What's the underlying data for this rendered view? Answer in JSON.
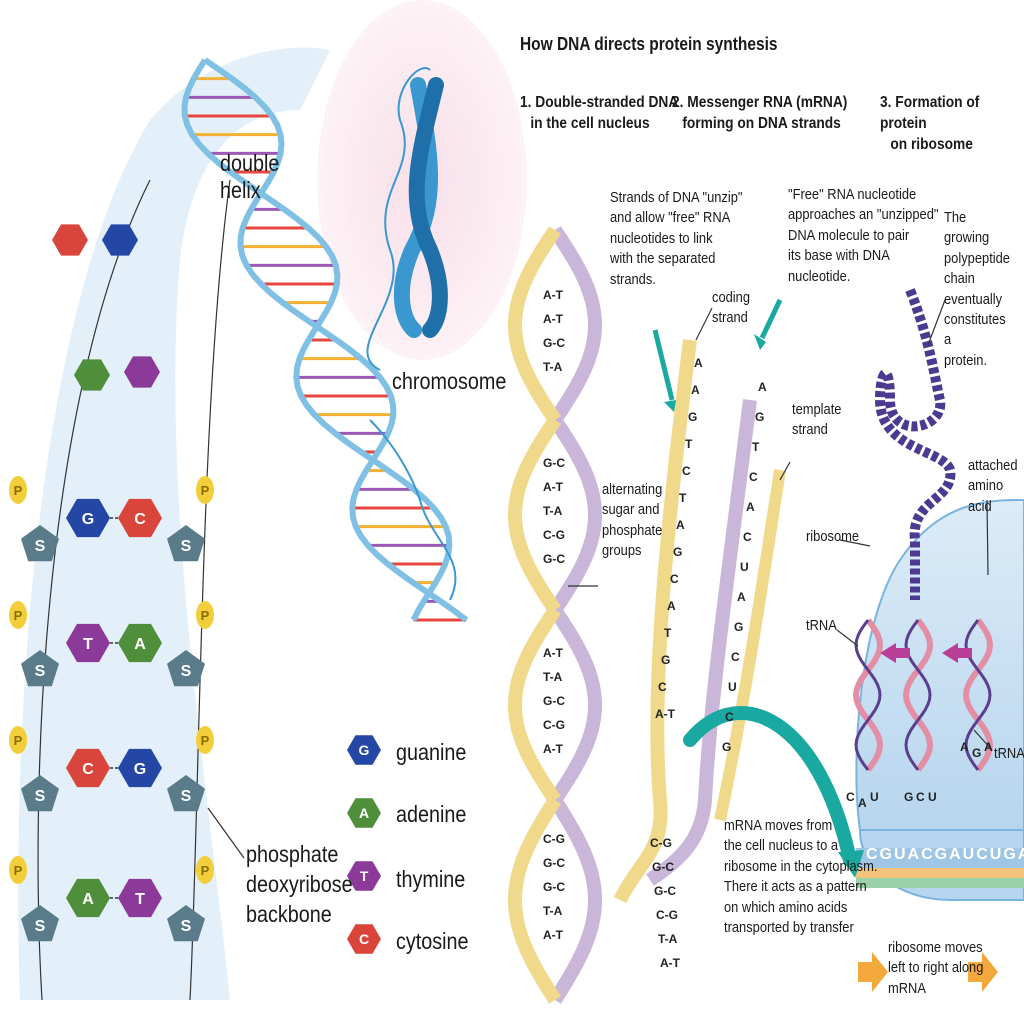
{
  "title": "How DNA directs protein synthesis",
  "left": {
    "label_double_helix": [
      "double",
      "helix"
    ],
    "label_chromosome": "chromosome",
    "label_backbone": [
      "phosphate",
      "deoxyribose",
      "backbone"
    ],
    "backbone_phosphate_letter": "P",
    "backbone_sugar_letter": "S",
    "legend": [
      {
        "letter": "G",
        "name": "guanine",
        "color": "#2447a6"
      },
      {
        "letter": "A",
        "name": "adenine",
        "color": "#4f8f3c"
      },
      {
        "letter": "T",
        "name": "thymine",
        "color": "#8c3a9a"
      },
      {
        "letter": "C",
        "name": "cytosine",
        "color": "#d9453a"
      }
    ],
    "rungs": [
      {
        "left": "G",
        "right": "C"
      },
      {
        "left": "T",
        "right": "A"
      },
      {
        "left": "C",
        "right": "G"
      },
      {
        "left": "A",
        "right": "T"
      }
    ]
  },
  "steps": [
    {
      "number": "1.",
      "lines": [
        "1. Double-stranded DNA",
        "in the cell nucleus"
      ]
    },
    {
      "number": "2.",
      "lines": [
        "2. Messenger RNA (mRNA)",
        "forming on DNA strands"
      ]
    },
    {
      "number": "3.",
      "lines": [
        "3. Formation of protein",
        "on ribosome"
      ]
    }
  ],
  "notes": {
    "unzip": [
      "Strands of DNA \"unzip\"",
      "and allow \"free\" RNA",
      "nucleotides to link",
      "with the separated",
      "strands."
    ],
    "free_rna": [
      "\"Free\" RNA nucleotide",
      "approaches an \"unzipped\"",
      "DNA molecule to pair",
      "its base with DNA",
      "nucleotide."
    ],
    "polypeptide": [
      "The growing",
      "polypeptide",
      "chain eventually",
      "constitutes a",
      "protein."
    ],
    "coding_strand": [
      "coding",
      "strand"
    ],
    "template_strand": [
      "template",
      "strand"
    ],
    "alternating": [
      "alternating",
      "sugar and",
      "phosphate",
      "groups"
    ],
    "attached": [
      "attached",
      "amino acid"
    ],
    "ribosome": "ribosome",
    "trna_left": "tRNA",
    "trna_right": "tRNA",
    "mrna_moves": [
      "mRNA moves from",
      "the cell nucleus to a",
      "ribosome in the cytoplasm.",
      "There it acts as a pattern",
      "on which amino acids",
      "transported by transfer"
    ],
    "ribosome_moves": [
      "ribosome moves",
      "left to right along",
      "mRNA"
    ]
  },
  "helix_pairs_top": [
    "A-T",
    "A-T",
    "G-C",
    "T-A"
  ],
  "helix_pairs_mid1": [
    "G-C",
    "A-T",
    "T-A",
    "C-G",
    "G-C"
  ],
  "helix_pairs_mid2": [
    "A-T",
    "T-A",
    "G-C",
    "C-G",
    "A-T"
  ],
  "helix_pairs_bot": [
    "C-G",
    "G-C",
    "G-C",
    "T-A",
    "A-T"
  ],
  "coding_seq": [
    "A",
    "A",
    "G",
    "T",
    "C",
    "T",
    "A",
    "G",
    "C",
    "A",
    "T",
    "G",
    "C",
    "A-T"
  ],
  "template_seq": [
    "A",
    "G",
    "T",
    "C",
    "A",
    "C",
    "U",
    "A",
    "G",
    "C",
    "U",
    "C",
    "G"
  ],
  "unzip_lower_pairs": [
    "C-G",
    "G-C",
    "G-C",
    "C-G",
    "T-A",
    "A-T"
  ],
  "codons": {
    "left": [
      "C",
      "A",
      "U"
    ],
    "middle": [
      "G",
      "C",
      "U"
    ],
    "right": [
      "A",
      "G",
      "A"
    ]
  },
  "mrna_sequence": "CGUACGAUCUGA"
}
